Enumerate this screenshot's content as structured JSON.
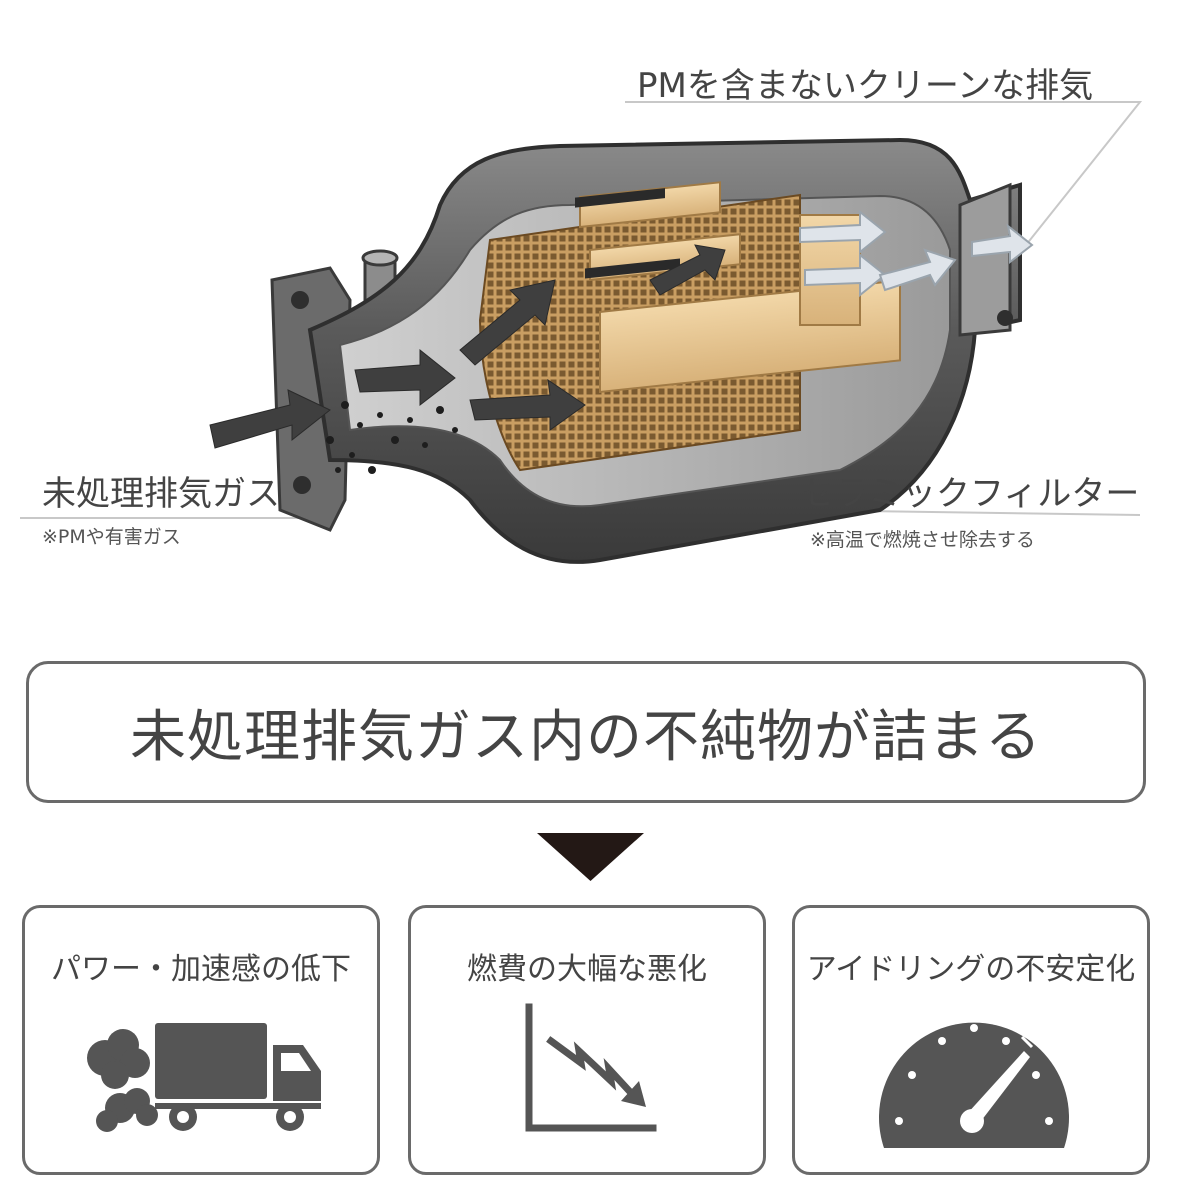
{
  "labels": {
    "clean_exhaust": "PMを含まないクリーンな排気",
    "untreated_gas": "未処理排気ガス",
    "untreated_gas_note": "※PMや有害ガス",
    "ceramic_filter": "セラミックフィルター",
    "ceramic_filter_note": "※高温で燃焼させ除去する"
  },
  "headline": "未処理排気ガス内の不純物が詰まる",
  "effects": [
    {
      "title": "パワー・加速感の低下",
      "icon": "truck-smoke-icon"
    },
    {
      "title": "燃費の大幅な悪化",
      "icon": "declining-graph-icon"
    },
    {
      "title": "アイドリングの不安定化",
      "icon": "speedometer-icon"
    }
  ],
  "colors": {
    "text": "#444444",
    "border": "#6a6a6a",
    "icon": "#555555",
    "arrow": "#231815",
    "filter": "#d9b98a"
  }
}
